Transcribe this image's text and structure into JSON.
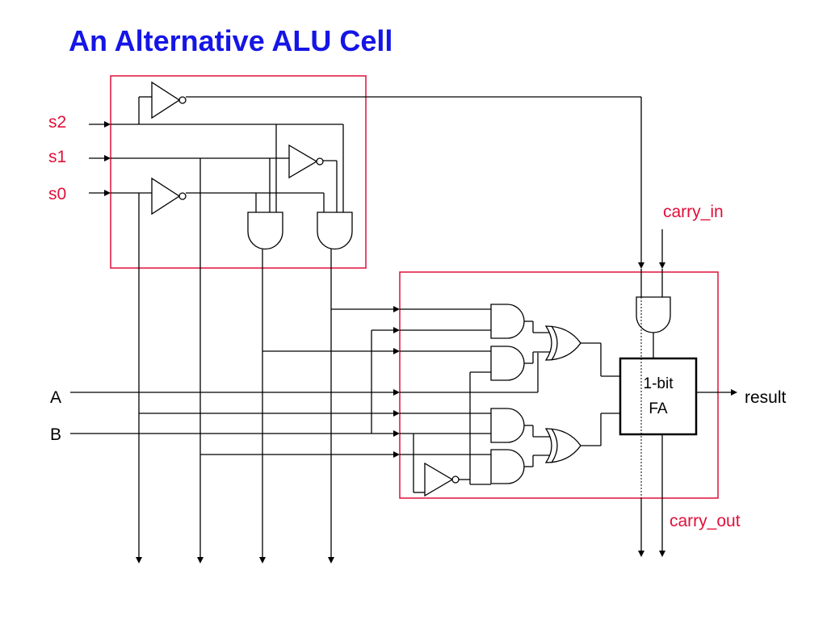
{
  "title": "An Alternative ALU Cell",
  "inputs": {
    "s2": "s2",
    "s1": "s1",
    "s0": "s0",
    "a": "A",
    "b": "B",
    "carry_in": "carry_in"
  },
  "outputs": {
    "result": "result",
    "carry_out": "carry_out"
  },
  "full_adder": {
    "line1": "1-bit",
    "line2": "FA"
  },
  "colors": {
    "title": "#1515e6",
    "labels": "#e0103a",
    "box_outline": "#e0103a",
    "wires": "#000000"
  }
}
